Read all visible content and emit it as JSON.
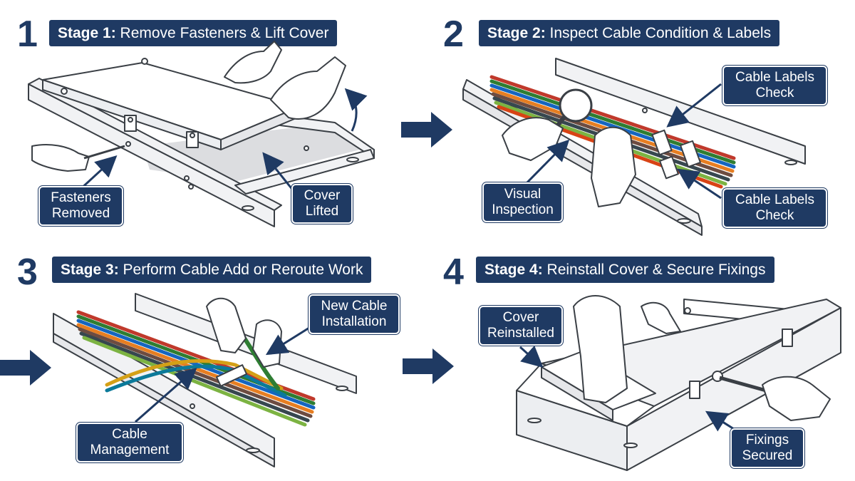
{
  "stages": [
    {
      "number": "1",
      "title_prefix": "Stage 1:",
      "title_rest": " Remove Fasteners & Lift Cover",
      "callouts": [
        "Fasteners Removed",
        "Cover Lifted"
      ]
    },
    {
      "number": "2",
      "title_prefix": "Stage 2:",
      "title_rest": " Inspect Cable Condition & Labels",
      "callouts": [
        "Cable Labels Check",
        "Visual Inspection",
        "Cable Labels Check"
      ]
    },
    {
      "number": "3",
      "title_prefix": "Stage 3:",
      "title_rest": " Perform Cable Add or Reroute Work",
      "callouts": [
        "New Cable Installation",
        "Cable Management"
      ]
    },
    {
      "number": "4",
      "title_prefix": "Stage 4:",
      "title_rest": " Reinstall Cover & Secure Fixings",
      "callouts": [
        "Cover Reinstalled",
        "Fixings Secured"
      ]
    }
  ],
  "colors": {
    "navy": "#1f3a63",
    "line": "#3a3f45",
    "tray": "#f1f2f4",
    "shadow": "#dcdde0"
  },
  "icons": [
    "flow-arrow-icon",
    "magnifier-icon",
    "hand-icon",
    "wrench-icon",
    "screwdriver-icon",
    "lift-arrow-icon"
  ]
}
